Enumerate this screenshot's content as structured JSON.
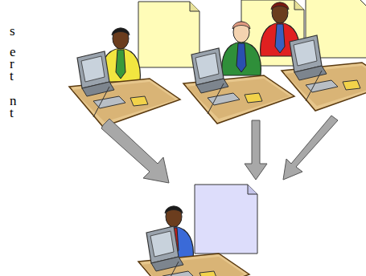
{
  "diagram": {
    "labels": [
      "s",
      "e",
      "r",
      "t",
      "n",
      "t"
    ]
  }
}
